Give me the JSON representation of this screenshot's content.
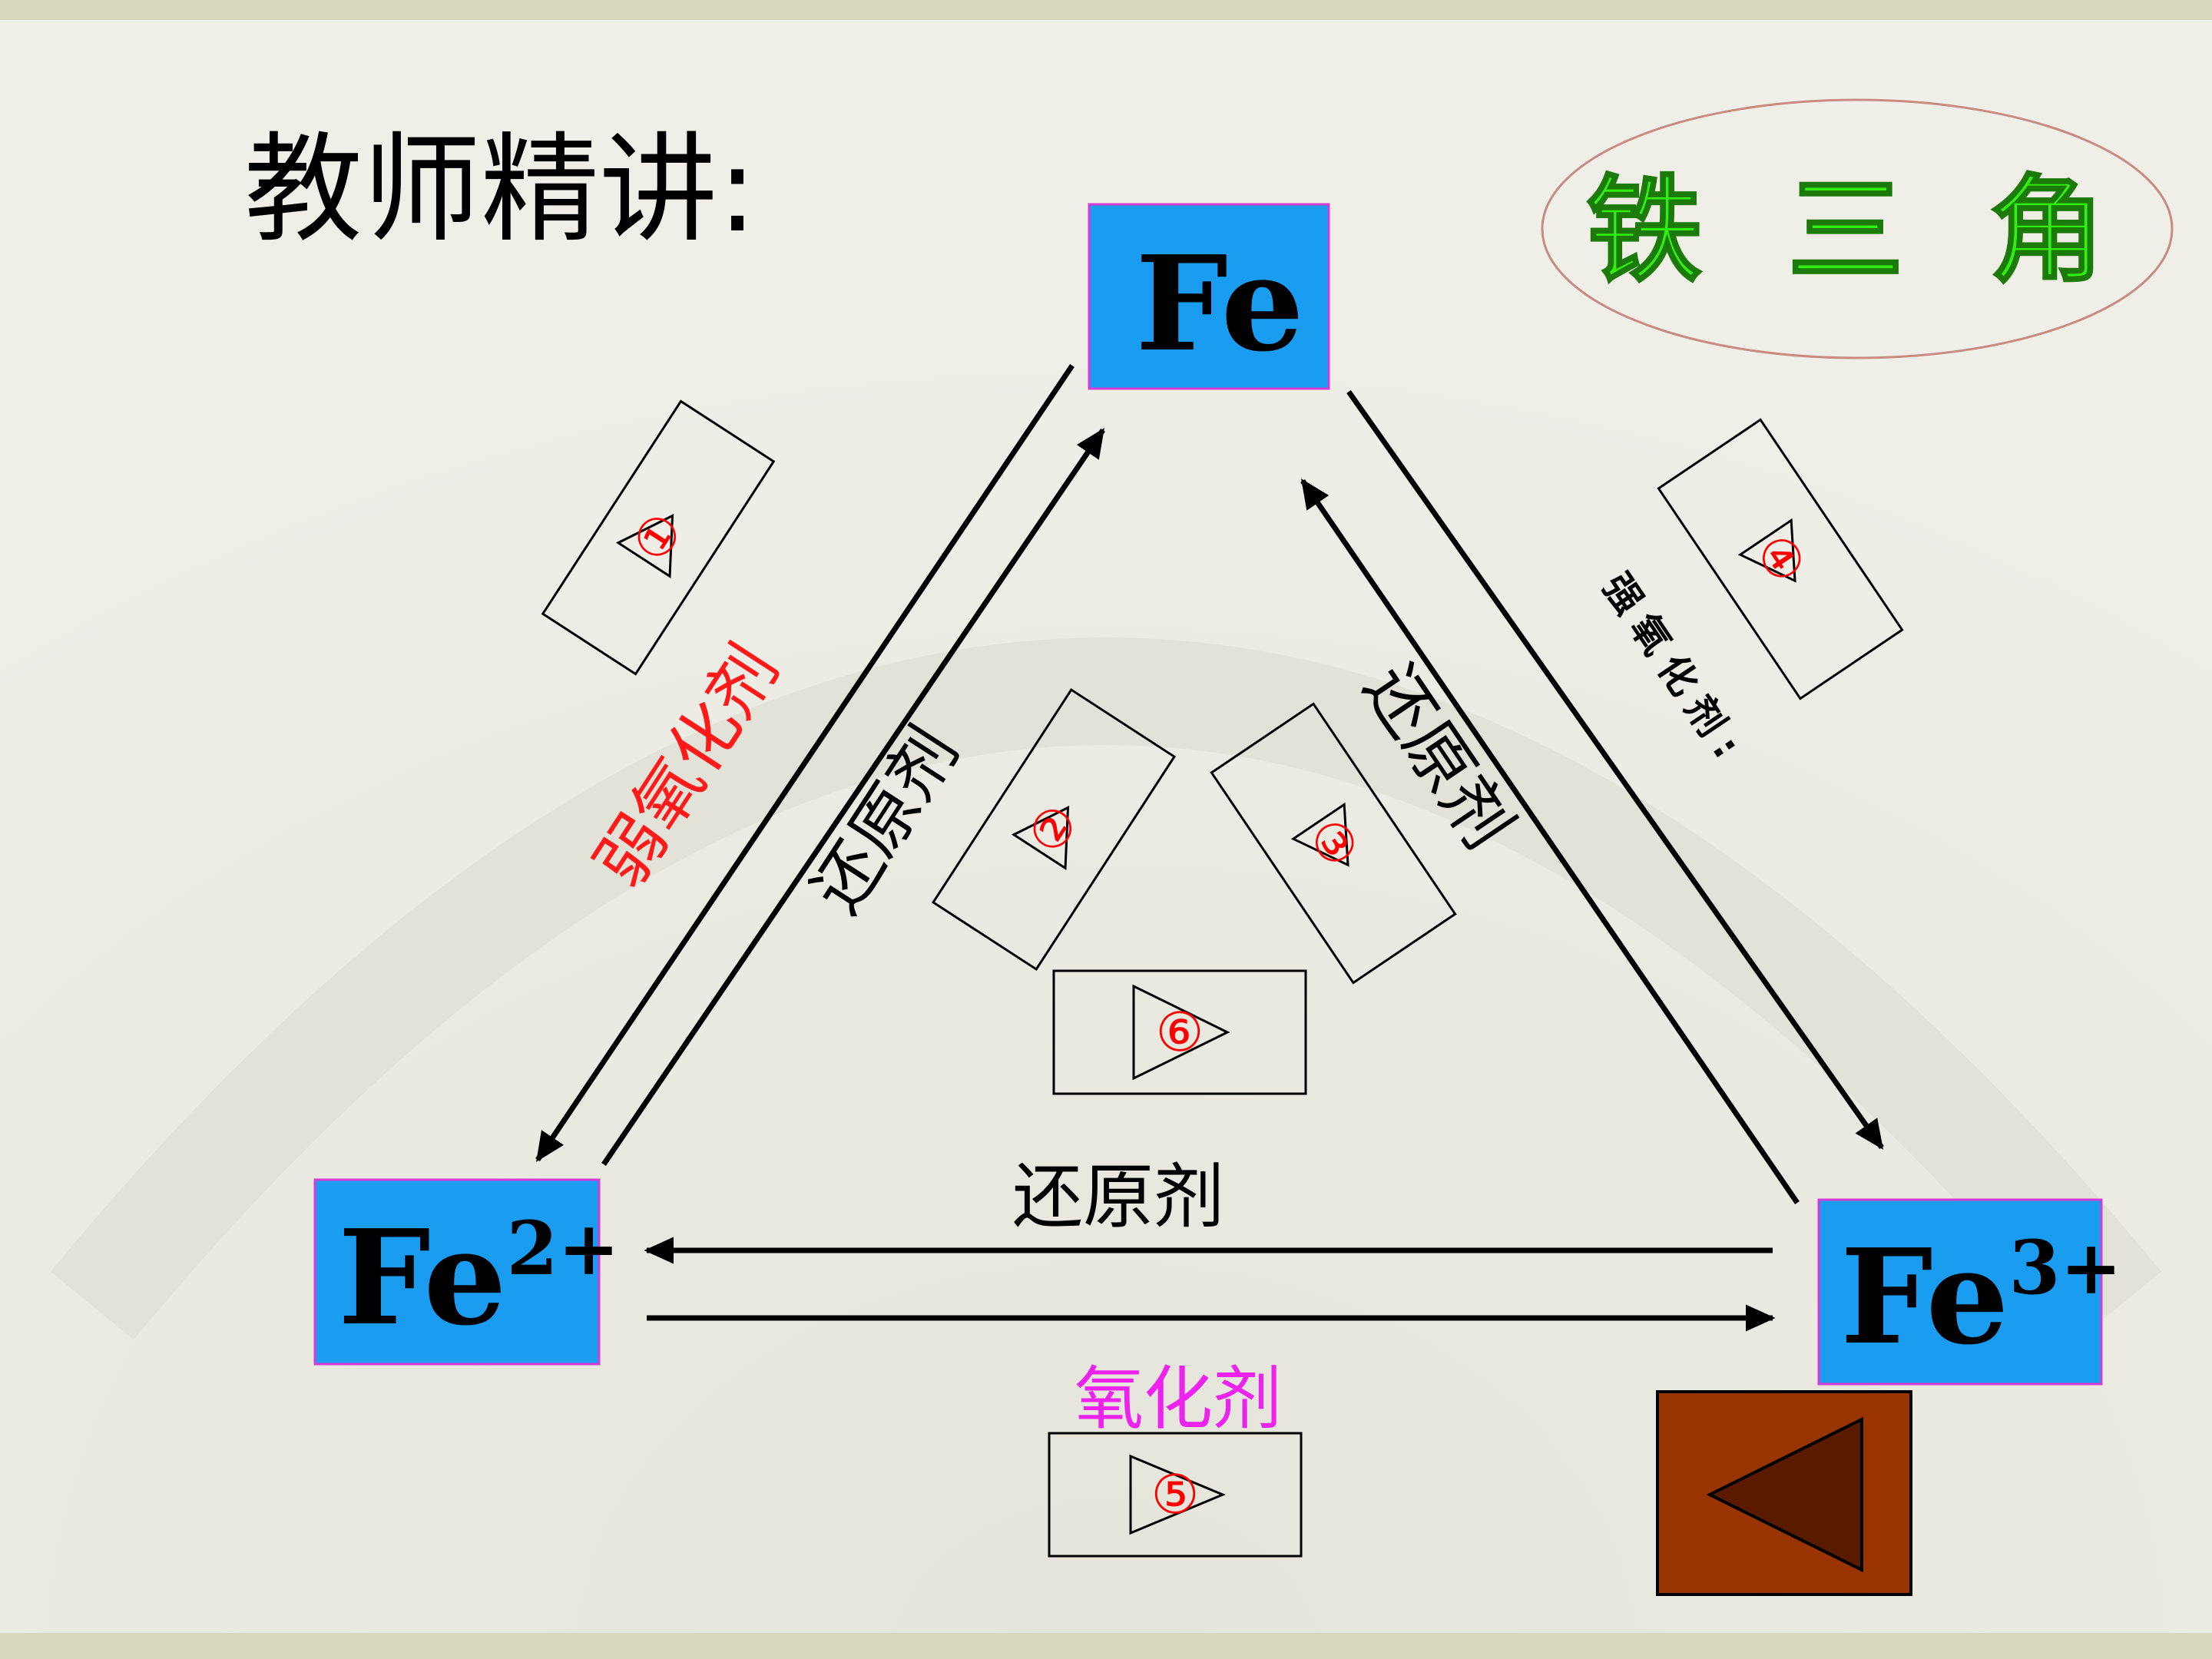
{
  "slide": {
    "heading": "教师精讲:",
    "badge": "铁 三 角"
  },
  "nodes": {
    "fe": {
      "base": "Fe",
      "sup": ""
    },
    "fe2": {
      "base": "Fe",
      "sup": "2+"
    },
    "fe3": {
      "base": "Fe",
      "sup": "3+"
    }
  },
  "labels": {
    "weak_oxidant": "弱氧化剂",
    "reductant_left": "还原剂",
    "reductant_right": "还原剂",
    "strong_oxidant": "强氧化剂:",
    "reductant_bottom": "还原剂",
    "oxidant_bottom": "氧化剂"
  },
  "buttons": {
    "b1": "①",
    "b2": "②",
    "b3": "③",
    "b4": "④",
    "b5": "⑤",
    "b6": "⑥"
  },
  "colors": {
    "node_fill": "#1a9cf0",
    "node_border": "#d63bd6",
    "weak_oxidant": "#ff1a1a",
    "oxidant": "#ee22ee",
    "badge_text": "#33ee11",
    "number": "#ff0000",
    "back_button": "#993300",
    "back_arrow": "#5a1a00"
  },
  "icons": {
    "back": "back-triangle-icon"
  }
}
